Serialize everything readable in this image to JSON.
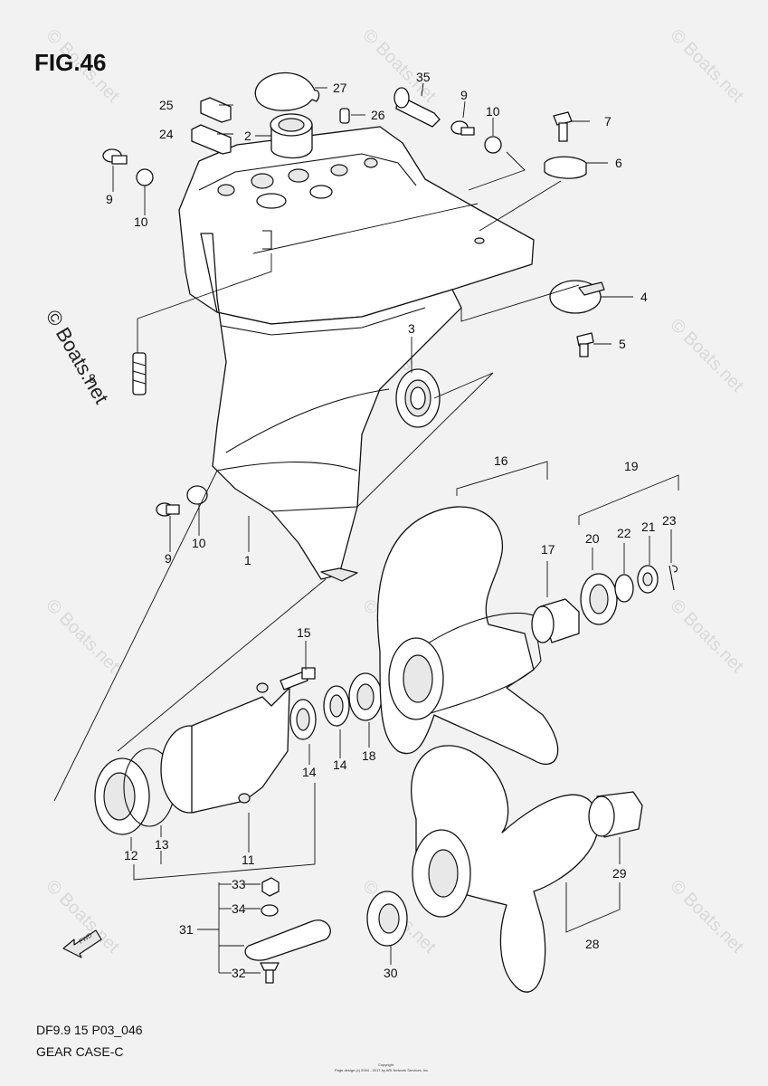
{
  "figure_title": "FIG.46",
  "model_code": "DF9.9 15 P03_046",
  "section_name": "GEAR CASE-C",
  "copyright_lines": [
    "Copyright",
    "Page design (c) 2004 - 2017 by ARI Network Services, Inc."
  ],
  "watermark_text": "© Boats.net",
  "fwd_label": "FWD",
  "callouts": [
    "1",
    "2",
    "3",
    "4",
    "5",
    "6",
    "7",
    "8",
    "9",
    "9",
    "9",
    "10",
    "10",
    "10",
    "11",
    "12",
    "13",
    "14",
    "14",
    "15",
    "16",
    "17",
    "18",
    "19",
    "20",
    "21",
    "22",
    "23",
    "24",
    "25",
    "26",
    "27",
    "28",
    "29",
    "30",
    "31",
    "32",
    "33",
    "34",
    "35"
  ]
}
